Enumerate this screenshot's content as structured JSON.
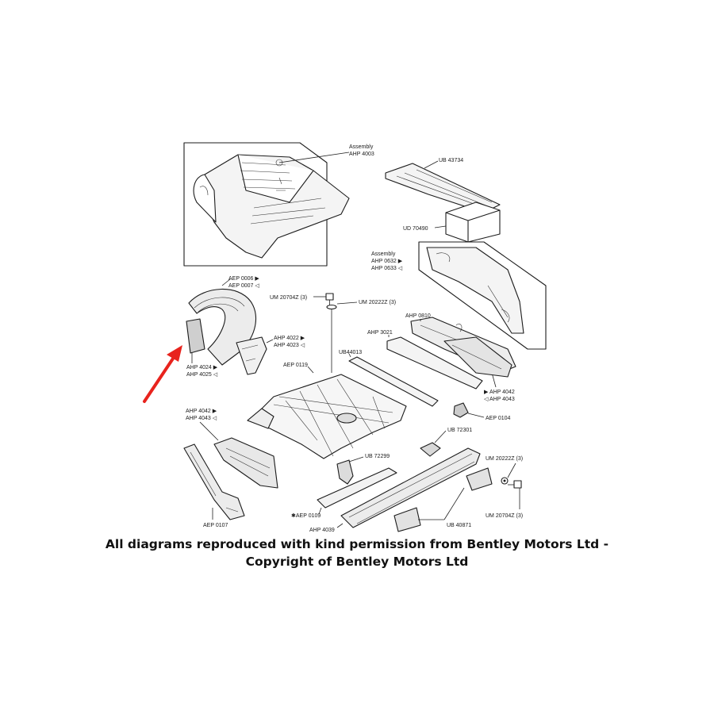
{
  "diagram": {
    "boxes": {
      "assembly_ahp4003": {
        "line1": "Assembly",
        "line2": "AHP 4003"
      },
      "assembly_ahp0632": {
        "line1": "Assembly",
        "line2": "AHP 0632 ▶",
        "line3": "AHP 0633 ◁"
      }
    },
    "labels": {
      "ub43734": "UB 43734",
      "ud70490": "UD 70490",
      "aep0006": "AEP 0006 ▶",
      "aep0007": "AEP 0007 ◁",
      "um20704z_top": "UM 20704Z (3)",
      "um20222z_top": "UM 20222Z (3)",
      "ahp0810": "AHP 0810",
      "ahp3021": "AHP 3021",
      "ahp4022": "AHP 4022 ▶",
      "ahp4023": "AHP 4023 ◁",
      "ub44013": "UB44013",
      "aep0119": "AEP 0119",
      "ahp4024": "AHP 4024 ▶",
      "ahp4025": "AHP 4025 ◁",
      "ahp4042_right": "▶ AHP 4042",
      "ahp4043_right": "◁ AHP 4043",
      "aep0104": "AEP 0104",
      "ahp4042_left": "AHP 4042 ▶",
      "ahp4043_left": "AHP 4043 ◁",
      "ub72301": "UB 72301",
      "ub72299": "UB 72299",
      "um20222z_bottom": "UM 20222Z (3)",
      "aep0107": "AEP 0107",
      "aep0109": "✱AEP 0109",
      "ahp4039": "AHP 4039",
      "ub40871": "UB 40871",
      "um20704z_bottom": "UM 20704Z (3)"
    }
  },
  "caption": {
    "line1": "All diagrams reproduced with kind permission from Bentley Motors Ltd -",
    "line2": "Copyright of Bentley Motors Ltd"
  },
  "colors": {
    "arrow": "#e8231d",
    "ink": "#1c1c1c"
  }
}
